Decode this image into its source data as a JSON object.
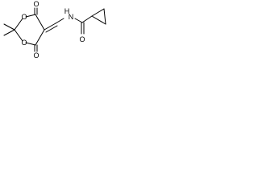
{
  "atoms": {
    "o_ring_top": "O",
    "o_ring_bottom": "O",
    "o_carbonyl_top": "O",
    "o_carbonyl_bottom": "O",
    "n_amide": "N",
    "h_amide": "H",
    "o_amide": "O"
  }
}
